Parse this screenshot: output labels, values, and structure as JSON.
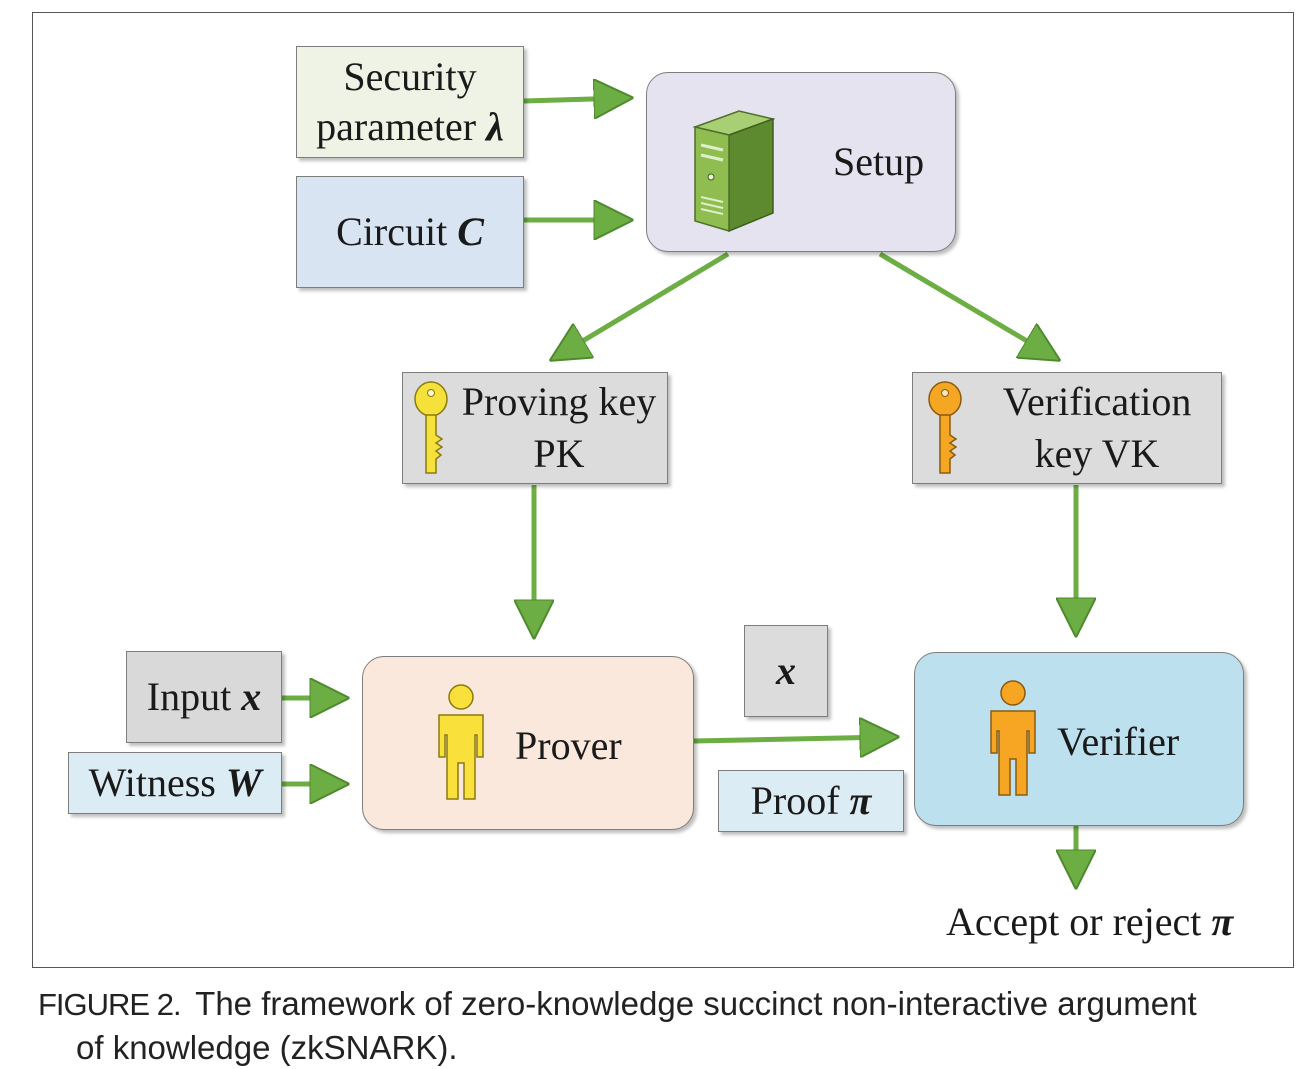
{
  "diagram": {
    "security": {
      "line1": "Security",
      "line2": "parameter",
      "symbol": "λ"
    },
    "circuit": {
      "label": "Circuit",
      "symbol": "C"
    },
    "setup": {
      "label": "Setup",
      "icon": "server-icon"
    },
    "proving_key": {
      "line1": "Proving key",
      "line2": "PK",
      "icon": "key-icon"
    },
    "verification_key": {
      "line1": "Verification",
      "line2": "key VK",
      "icon": "key-icon"
    },
    "input": {
      "label": "Input",
      "symbol": "x"
    },
    "witness": {
      "label": "Witness",
      "symbol": "W"
    },
    "prover": {
      "label": "Prover",
      "icon": "person-icon"
    },
    "x_box": {
      "symbol": "x"
    },
    "proof": {
      "label": "Proof",
      "symbol": "π"
    },
    "verifier": {
      "label": "Verifier",
      "icon": "person-icon"
    },
    "result": {
      "label": "Accept or reject",
      "symbol": "π"
    }
  },
  "colors": {
    "arrow": "#6cae43",
    "security_fill": "#eef3e6",
    "circuit_fill": "#d9e4f2",
    "setup_fill": "#e6e3f1",
    "key_box_fill": "#dcdcdc",
    "input_fill": "#d9d9d9",
    "witness_fill": "#dcecf4",
    "prover_fill": "#fbe8dc",
    "verifier_fill": "#bde0ef",
    "proof_fill": "#dcecf4",
    "server_green": "#8fbd4f",
    "key_yellow": "#f6e03a",
    "key_orange": "#f5a623",
    "person_yellow": "#f9e03b",
    "person_orange": "#f6a623"
  },
  "caption": {
    "label": "FIGURE 2.",
    "text_line1": "The framework of zero-knowledge succinct non-interactive argument",
    "text_line2": "of knowledge (zkSNARK)."
  }
}
